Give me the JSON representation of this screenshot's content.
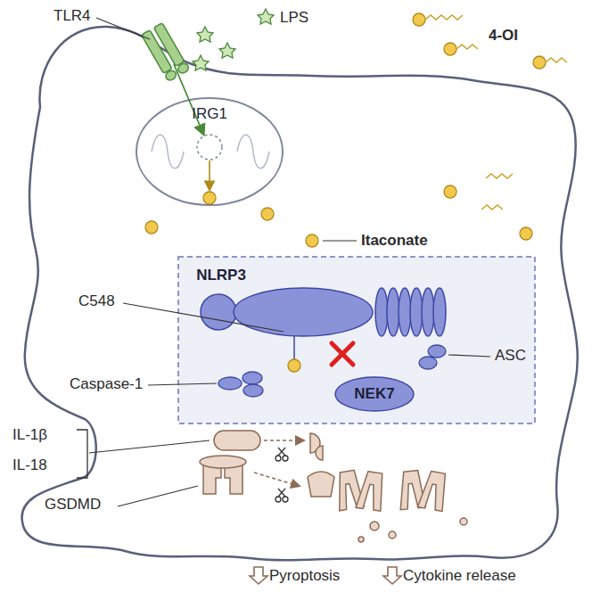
{
  "diagram": {
    "nodes": [
      {
        "text": [
          "IRG1"
        ]
      },
      {
        "text": [
          "NLRP3"
        ]
      },
      {
        "text": [
          "NEK7"
        ]
      }
    ],
    "labels": [
      "TLR4",
      "LPS",
      "4-OI",
      "Itaconate",
      "C548",
      "ASC",
      "Caspase-1",
      "IL-1β",
      "IL-18",
      "GSDMD",
      "Pyroptosis",
      "Cytokine release"
    ]
  }
}
